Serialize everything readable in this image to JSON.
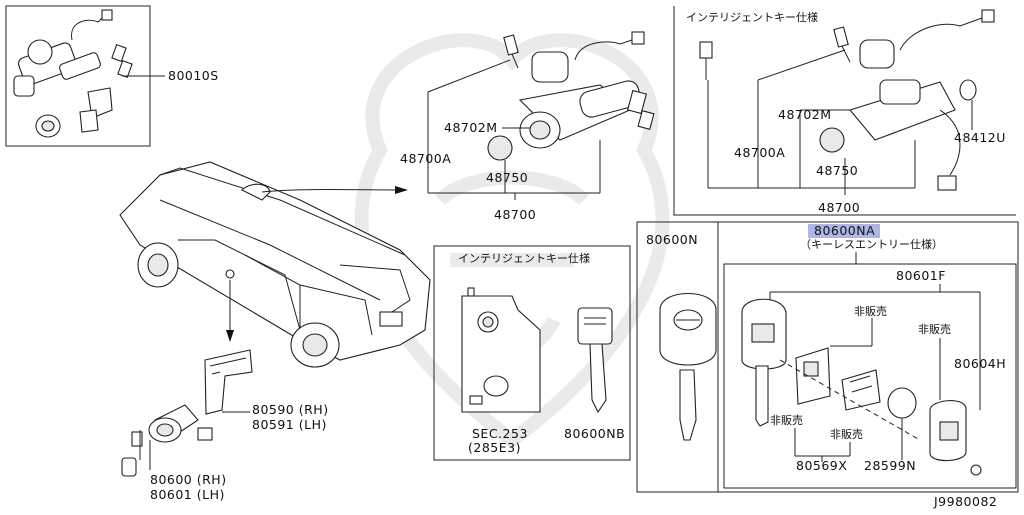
{
  "diagram": {
    "labels": {
      "p80010s": "80010S",
      "p48700a_left": "48700A",
      "p48702m_left": "48702M",
      "p48750_left": "48750",
      "p48700_left": "48700",
      "p48700a_right": "48700A",
      "p48702m_right": "48702M",
      "p48750_right": "48750",
      "p48700_right": "48700",
      "p48412u": "48412U",
      "p80590": "80590 (RH)",
      "p80591": "80591 (LH)",
      "p80600": "80600 (RH)",
      "p80601": "80601 (LH)",
      "sec253": "SEC.253",
      "p285e3": "(285E3)",
      "p80600nb": "80600NB",
      "p80600n": "80600N",
      "p80600na": "80600NA",
      "p80601f": "80601F",
      "p80604h": "80604H",
      "p80569x": "80569X",
      "p28599n": "28599N",
      "diagram_id": "J9980082"
    },
    "notes": {
      "intelligent_key_top": "インテリジェントキー仕様",
      "intelligent_key_mid": "インテリジェントキー仕様",
      "keyless_entry": "（キーレスエントリー仕様）",
      "not_sold_1": "非販売",
      "not_sold_2": "非販売",
      "not_sold_3": "非販売",
      "not_sold_4": "非販売"
    },
    "highlight_color": "#aeb6e6"
  }
}
